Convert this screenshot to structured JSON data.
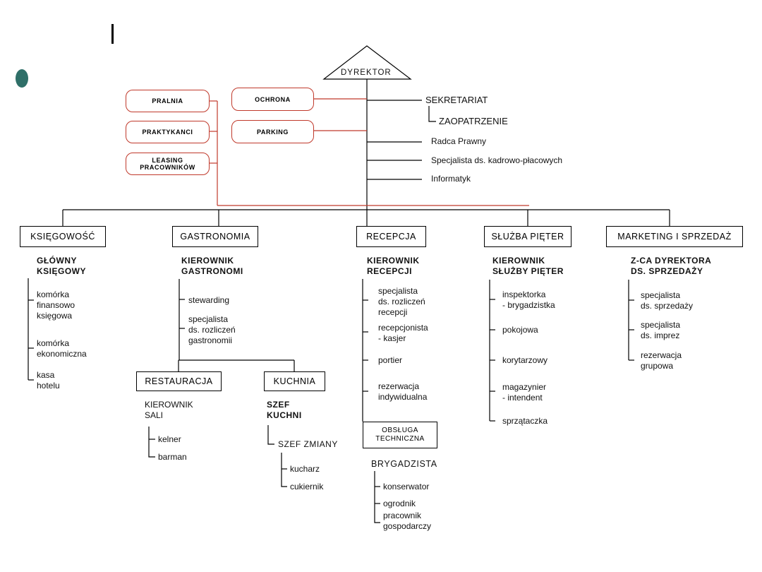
{
  "director": "DYREKTOR",
  "staff": {
    "sekretariat": "SEKRETARIAT",
    "zaopatrzenie": "ZAOPATRZENIE",
    "radca": "Radca Prawny",
    "kadry": "Specjalista ds. kadrowo-płacowych",
    "informatyk": "Informatyk"
  },
  "red_boxes": {
    "pralnia": "PRALNIA",
    "praktykanci": "PRAKTYKANCI",
    "leasing": "LEASING\nPRACOWNIKÓW",
    "ochrona": "OCHRONA",
    "parking": "PARKING"
  },
  "departments": {
    "ksiegowosc": {
      "box": "KSIĘGOWOŚĆ",
      "head": "GŁÓWNY\nKSIĘGOWY",
      "items": [
        "komórka\nfinansowo\nksięgowa",
        "komórka\nekonomiczna",
        "kasa\nhotelu"
      ]
    },
    "gastronomia": {
      "box": "GASTRONOMIA",
      "head": "KIEROWNIK\nGASTRONOMI",
      "items": [
        "stewarding",
        "specjalista\nds. rozliczeń\ngastronomii"
      ],
      "restauracja": {
        "box": "RESTAURACJA",
        "head": "KIEROWNIK\nSALI",
        "items": [
          "kelner",
          "barman"
        ]
      },
      "kuchnia": {
        "box": "KUCHNIA",
        "head": "SZEF\nKUCHNI",
        "sub": "SZEF ZMIANY",
        "items": [
          "kucharz",
          "cukiernik"
        ]
      }
    },
    "recepcja": {
      "box": "RECEPCJA",
      "head": "KIEROWNIK\nRECEPCJI",
      "items": [
        "specjalista\nds. rozliczeń\nrecepcji",
        "recepcjonista\n- kasjer",
        "portier",
        "rezerwacja\nindywidualna"
      ],
      "obsluga": {
        "box": "OBSŁUGA\nTECHNICZNA",
        "head": "BRYGADZISTA",
        "items": [
          "konserwator",
          "ogrodnik",
          "pracownik\ngospodarczy"
        ]
      }
    },
    "sluzba": {
      "box": "SŁUŻBA PIĘTER",
      "head": "KIEROWNIK\nSŁUŻBY PIĘTER",
      "items": [
        "inspektorka\n- brygadzistka",
        "pokojowa",
        "korytarzowy",
        "magazynier\n- intendent",
        "sprzątaczka"
      ]
    },
    "marketing": {
      "box": "MARKETING I SPRZEDAŻ",
      "head": "Z-CA DYREKTORA\nDS. SPRZEDAŻY",
      "items": [
        "specjalista\nds. sprzedaży",
        "specjalista\nds. imprez",
        "rezerwacja\ngrupowa"
      ]
    }
  },
  "colors": {
    "line": "#000000",
    "red": "#c0392b",
    "accent_dot": "#2f6f68"
  }
}
